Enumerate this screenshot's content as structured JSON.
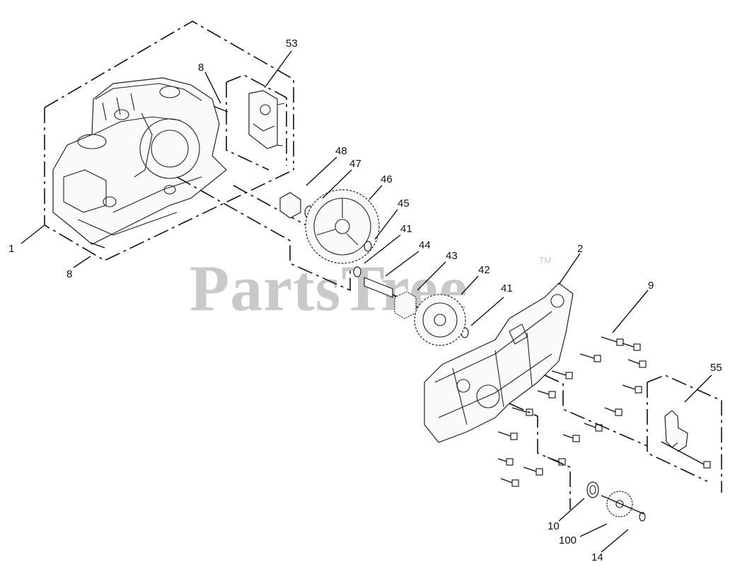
{
  "watermark": {
    "text": "PartsTree",
    "trademark": "TM"
  },
  "callouts": {
    "c1": "1",
    "c2": "2",
    "c8a": "8",
    "c8b": "8",
    "c9": "9",
    "c10": "10",
    "c14": "14",
    "c41a": "41",
    "c41b": "41",
    "c42": "42",
    "c43": "43",
    "c44": "44",
    "c45": "45",
    "c46": "46",
    "c47": "47",
    "c48": "48",
    "c53": "53",
    "c55": "55",
    "c100": "100"
  }
}
